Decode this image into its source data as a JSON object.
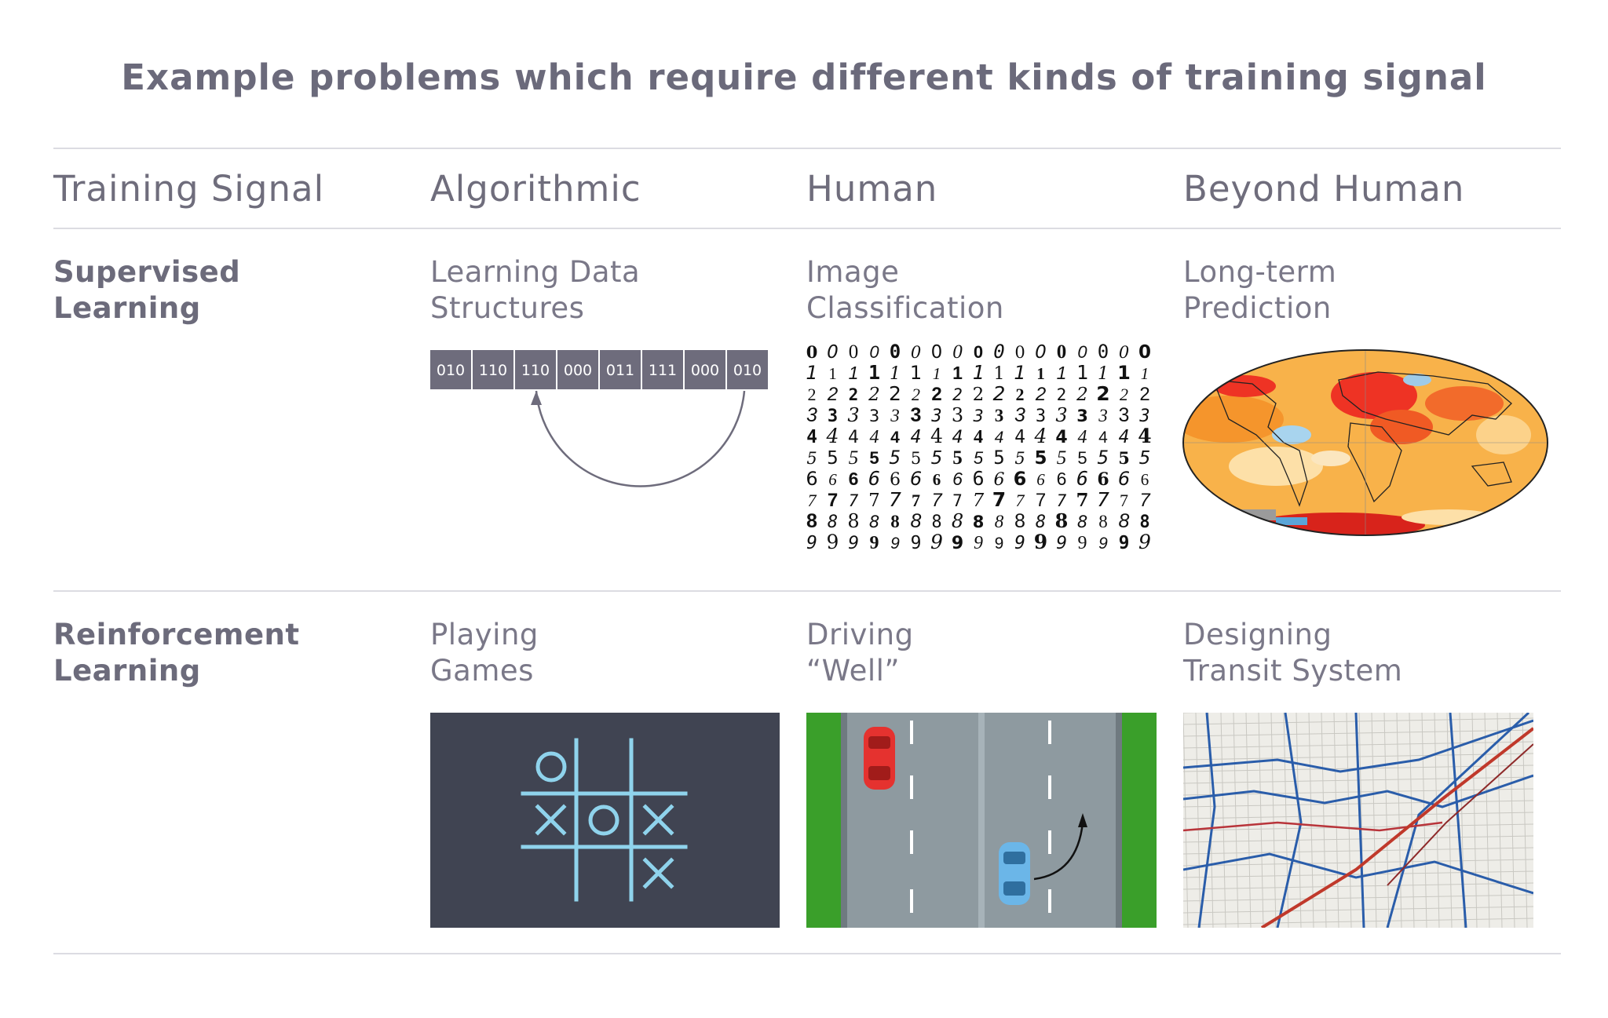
{
  "title": "Example problems which require different kinds of training signal",
  "columns": {
    "training_signal": "Training Signal",
    "algorithmic": "Algorithmic",
    "human": "Human",
    "beyond_human": "Beyond Human"
  },
  "rows": {
    "supervised": {
      "label_line1": "Supervised",
      "label_line2": "Learning",
      "algorithmic": {
        "line1": "Learning Data",
        "line2": "Structures"
      },
      "human": {
        "line1": "Image",
        "line2": "Classification"
      },
      "beyond_human": {
        "line1": "Long-term",
        "line2": "Prediction"
      }
    },
    "reinforcement": {
      "label_line1": "Reinforcement",
      "label_line2": "Learning",
      "algorithmic": {
        "line1": "Playing",
        "line2": "Games"
      },
      "human": {
        "line1": "Driving",
        "line2": "“Well”"
      },
      "beyond_human": {
        "line1": "Designing",
        "line2": "Transit System"
      }
    }
  },
  "bit_cells": [
    "010",
    "110",
    "110",
    "000",
    "011",
    "111",
    "000",
    "010"
  ],
  "digits": [
    "0",
    "1",
    "2",
    "3",
    "4",
    "5",
    "6",
    "7",
    "8",
    "9"
  ],
  "colors": {
    "title": "#6b6a7b",
    "rule": "#dcdce2",
    "bit_box": "#6e6c7c",
    "game_bg": "#404452",
    "game_stroke": "#8fd3ec",
    "road": "#8e9aa0",
    "grass": "#3a9f2a",
    "red_car": "#e5322f",
    "blue_car": "#6bb6e8"
  },
  "icons": [
    "arrow-loop-icon",
    "tic-tac-toe-icon",
    "red-car-icon",
    "blue-car-icon",
    "lane-change-arrow-icon",
    "world-map-icon",
    "transit-map-icon"
  ]
}
